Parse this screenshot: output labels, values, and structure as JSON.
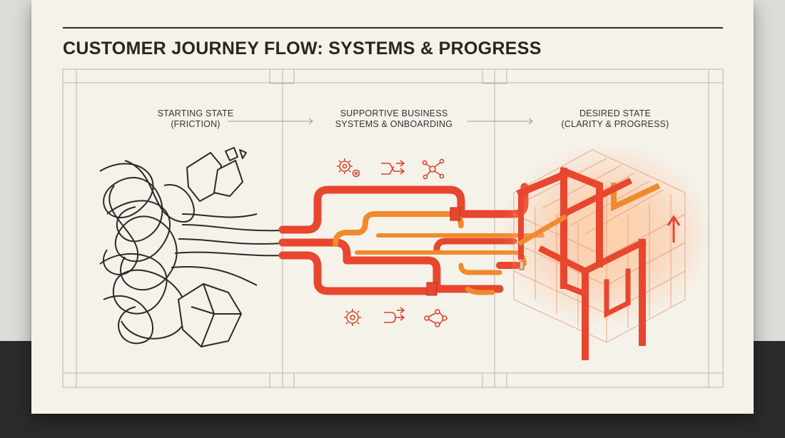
{
  "title": "CUSTOMER JOURNEY FLOW: SYSTEMS & PROGRESS",
  "stages": [
    {
      "line1": "STARTING STATE",
      "line2": "(FRICTION)"
    },
    {
      "line1": "SUPPORTIVE BUSINESS",
      "line2": "SYSTEMS & ONBOARDING"
    },
    {
      "line1": "DESIRED STATE",
      "line2": "(CLARITY & PROGRESS)"
    }
  ],
  "colors": {
    "accent_red": "#e8462e",
    "accent_orange": "#f08a2c",
    "line_ink": "#2a2a2a",
    "paper": "#f5f2ea"
  },
  "icons": [
    "gears-icon",
    "shuffle-arrows-icon",
    "network-nodes-icon",
    "gear-icon",
    "merge-arrows-icon",
    "share-nodes-icon",
    "up-arrow-icon"
  ]
}
